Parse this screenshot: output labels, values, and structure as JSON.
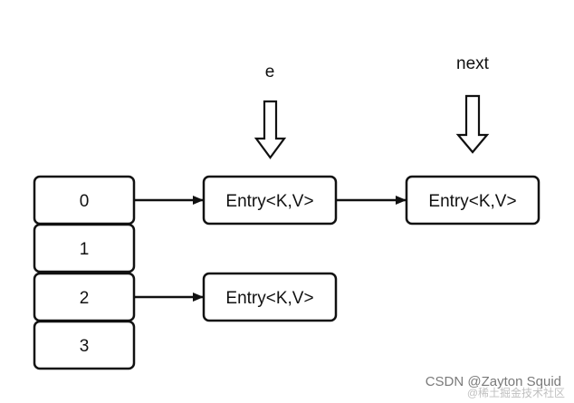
{
  "bucket": {
    "indices": [
      "0",
      "1",
      "2",
      "3"
    ]
  },
  "entries": {
    "entry_label": "Entry<K,V>"
  },
  "pointers": {
    "current": "e",
    "next": "next"
  },
  "watermark": {
    "line1": "CSDN @Zayton Squid",
    "line2": "@稀土掘金技术社区"
  },
  "colors": {
    "stroke": "#111111",
    "background": "#ffffff"
  }
}
